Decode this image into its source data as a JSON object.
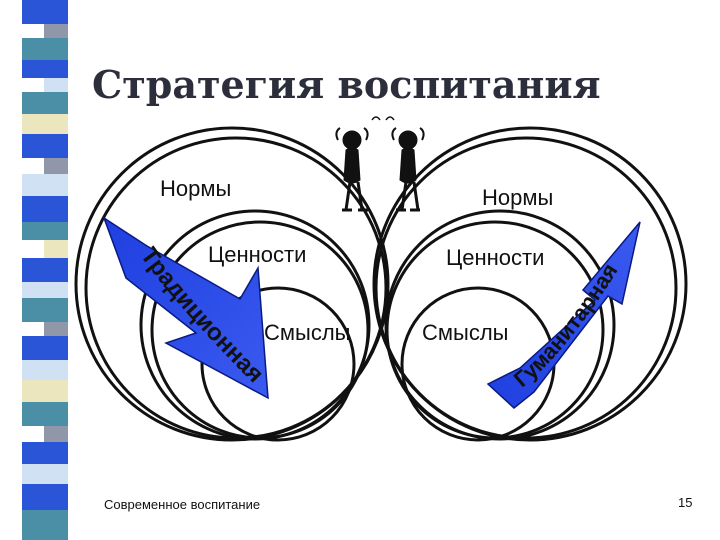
{
  "slide": {
    "title": "Стратегия воспитания",
    "footer": "Современное воспитание",
    "page_number": "15"
  },
  "diagram": {
    "left": {
      "outer_label": "Нормы",
      "middle_label": "Ценности",
      "inner_label": "Смыслы",
      "arrow_label": "Традиционная"
    },
    "right": {
      "outer_label": "Нормы",
      "middle_label": "Ценности",
      "inner_label": "Смыслы",
      "arrow_label": "Гуманитарная"
    },
    "figures_icon": "two-thinking-figures"
  },
  "colors": {
    "arrow_blue": "#1f3fe0",
    "title": "#2c2f3b",
    "stripe_blue": "#2a55d6",
    "stripe_teal": "#4a8fa6",
    "stripe_grey": "#8f97a8",
    "stripe_light": "#cfe1f2",
    "stripe_cream": "#ece6bf"
  }
}
